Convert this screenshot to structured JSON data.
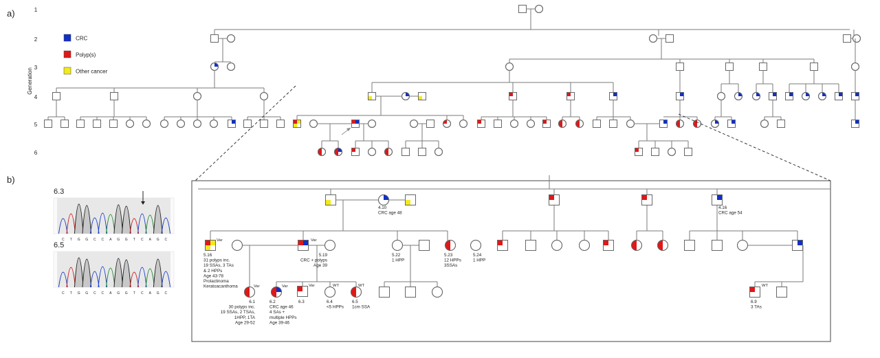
{
  "panels": {
    "a": "a)",
    "b": "b)"
  },
  "generation_axis_label": "Generation",
  "generations": [
    "1",
    "2",
    "3",
    "4",
    "5",
    "6"
  ],
  "legend": [
    {
      "label": "CRC",
      "color": "#1030c8"
    },
    {
      "label": "Polyp(s)",
      "color": "#e01818"
    },
    {
      "label": "Other cancer",
      "color": "#f2ea1a"
    }
  ],
  "colors": {
    "crc": "#1030c8",
    "polyp": "#e01818",
    "other": "#f2ea1a",
    "line": "#7a7a7a"
  },
  "chromatograms": [
    {
      "label": "6.3",
      "bases": [
        "C",
        "T",
        "G",
        "G",
        "C",
        "C",
        "A",
        "G",
        "G",
        "T",
        "C",
        "A",
        "G",
        "C"
      ]
    },
    {
      "label": "6.5",
      "bases": [
        "C",
        "T",
        "G",
        "G",
        "C",
        "C",
        "A",
        "G",
        "G",
        "T",
        "C",
        "A",
        "G",
        "C"
      ]
    }
  ],
  "individuals": [
    {
      "id": "4.10",
      "lines": [
        "4.10",
        "CRC age 48"
      ]
    },
    {
      "id": "4.16",
      "lines": [
        "4.16",
        "CRC age 54"
      ]
    },
    {
      "id": "5.16",
      "tag": "Var",
      "lines": [
        "5.16",
        "31 polyps inc.",
        "19 SSAs, 3 TAs",
        "& 2 HPPs",
        "Age 43-78",
        "Prolactinoma",
        "Keratoacanthoma"
      ]
    },
    {
      "id": "5.19",
      "tag": "Var",
      "lines": [
        "5.19",
        "CRC + polyps",
        "Age 39"
      ]
    },
    {
      "id": "5.22",
      "lines": [
        "5.22",
        "1 HPP"
      ]
    },
    {
      "id": "5.23",
      "lines": [
        "5.23",
        "12 HPPs",
        "3SSAs"
      ]
    },
    {
      "id": "5.24",
      "lines": [
        "5.24",
        "1 HPP"
      ]
    },
    {
      "id": "6.1",
      "tag": "Var",
      "lines": [
        "6.1",
        "30 polyps inc.",
        "19 SSAs, 2 TSAs,",
        "1HPP, 1TA",
        "Age 29-52"
      ]
    },
    {
      "id": "6.2",
      "tag": "Var",
      "lines": [
        "6.2",
        "CRC age 46",
        "4 SAs +",
        "multiple HPPs",
        "Age 39-46"
      ]
    },
    {
      "id": "6.3",
      "tag": "Var",
      "lines": [
        "6.3"
      ]
    },
    {
      "id": "6.4",
      "tag": "WT",
      "lines": [
        "6.4",
        "<5 HPPs"
      ]
    },
    {
      "id": "6.5",
      "tag": "WT",
      "lines": [
        "6.5",
        "1cm SSA"
      ]
    },
    {
      "id": "6.9",
      "tag": "WT",
      "lines": [
        "6.9",
        "3 TAs"
      ]
    }
  ]
}
